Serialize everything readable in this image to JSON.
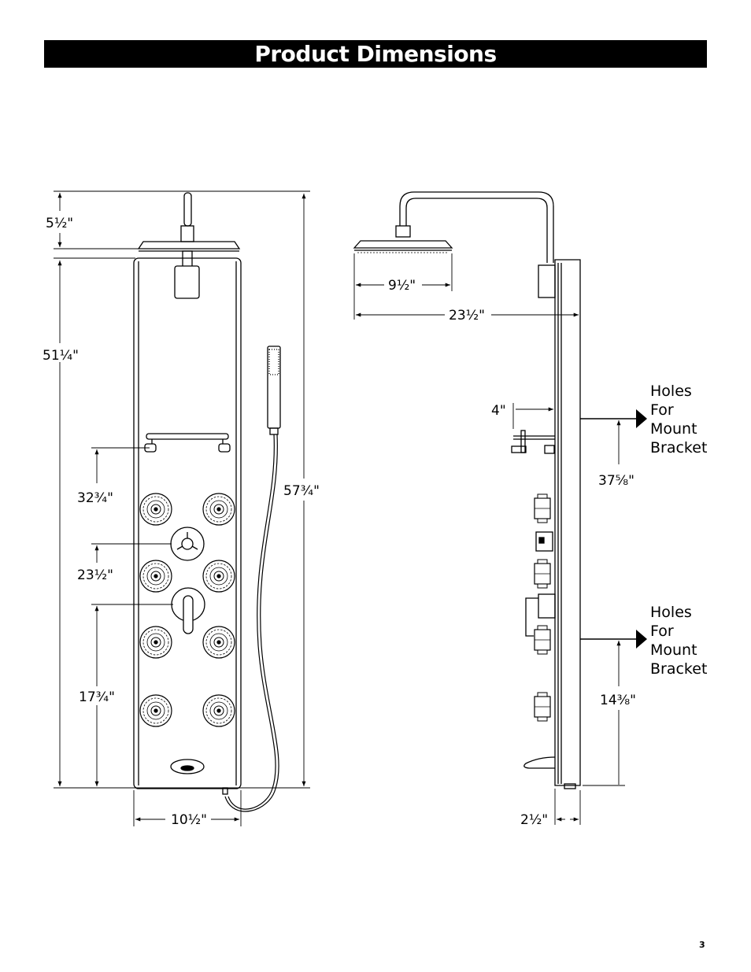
{
  "header": {
    "title": "Product Dimensions"
  },
  "front_view": {
    "dims": {
      "head_drop": "5½\"",
      "panel_height": "51¼\"",
      "overall_height": "57¾\"",
      "shelf_height": "32¾\"",
      "diverter_height": "23½\"",
      "valve_height": "17¾\"",
      "panel_width": "10½\""
    }
  },
  "side_view": {
    "dims": {
      "head_width": "9½\"",
      "arm_reach": "23½\"",
      "shelf_depth": "4\"",
      "upper_bracket_height": "37⅝\"",
      "lower_bracket_height": "14⅜\"",
      "panel_depth": "2½\""
    },
    "notes": {
      "upper": [
        "Holes",
        "For",
        "Mount",
        "Bracket"
      ],
      "lower": [
        "Holes",
        "For",
        "Mount",
        "Bracket"
      ]
    }
  },
  "footer": {
    "page_number": "3"
  }
}
